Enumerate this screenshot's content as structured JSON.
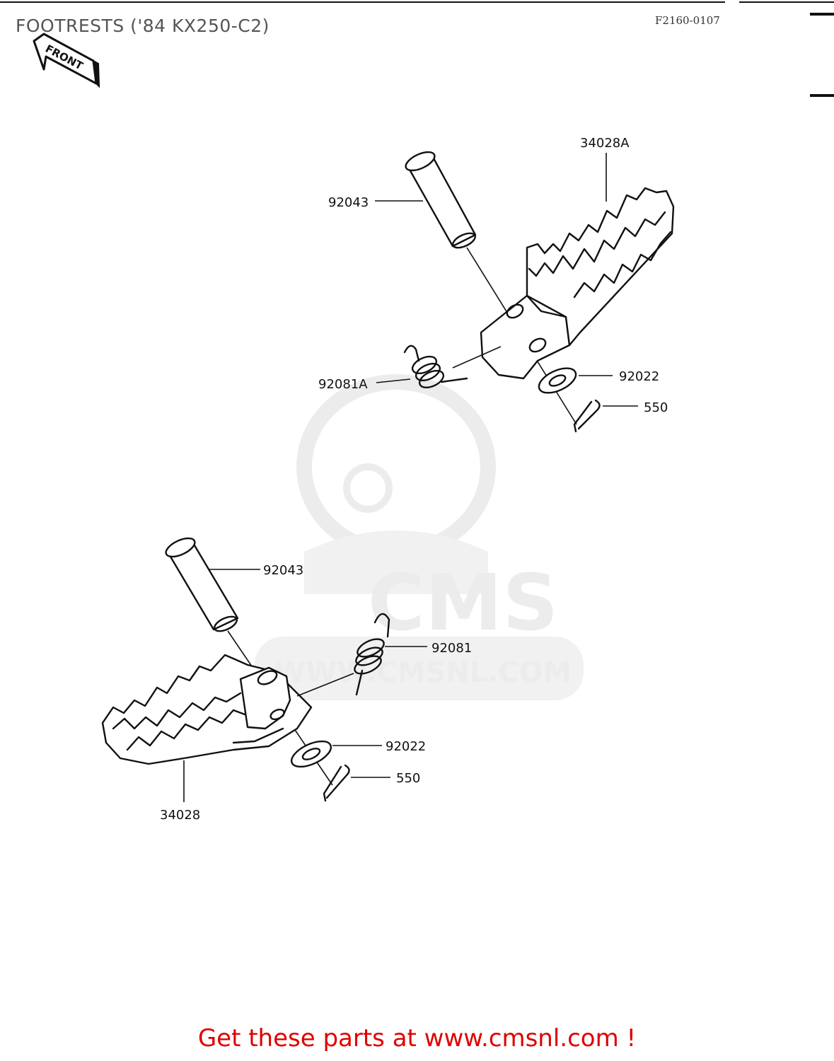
{
  "header": {
    "title": "FOOTRESTS ('84 KX250-C2)",
    "figure_code": "F2160-0107"
  },
  "front_arrow": {
    "label": "FRONT"
  },
  "watermark": {
    "brand": "CMS",
    "url": "WWW.CMSNL.COM"
  },
  "callouts": {
    "upper": {
      "footrest": "34028A",
      "pin": "92043",
      "spring": "92081A",
      "washer": "92022",
      "cotter_pin": "550"
    },
    "lower": {
      "footrest": "34028",
      "pin": "92043",
      "spring": "92081",
      "washer": "92022",
      "cotter_pin": "550"
    }
  },
  "footer": {
    "link_text": "Get these parts at www.cmsnl.com !"
  },
  "colors": {
    "footer_link": "#e00000",
    "title": "#555555",
    "watermark": "#ececec"
  }
}
